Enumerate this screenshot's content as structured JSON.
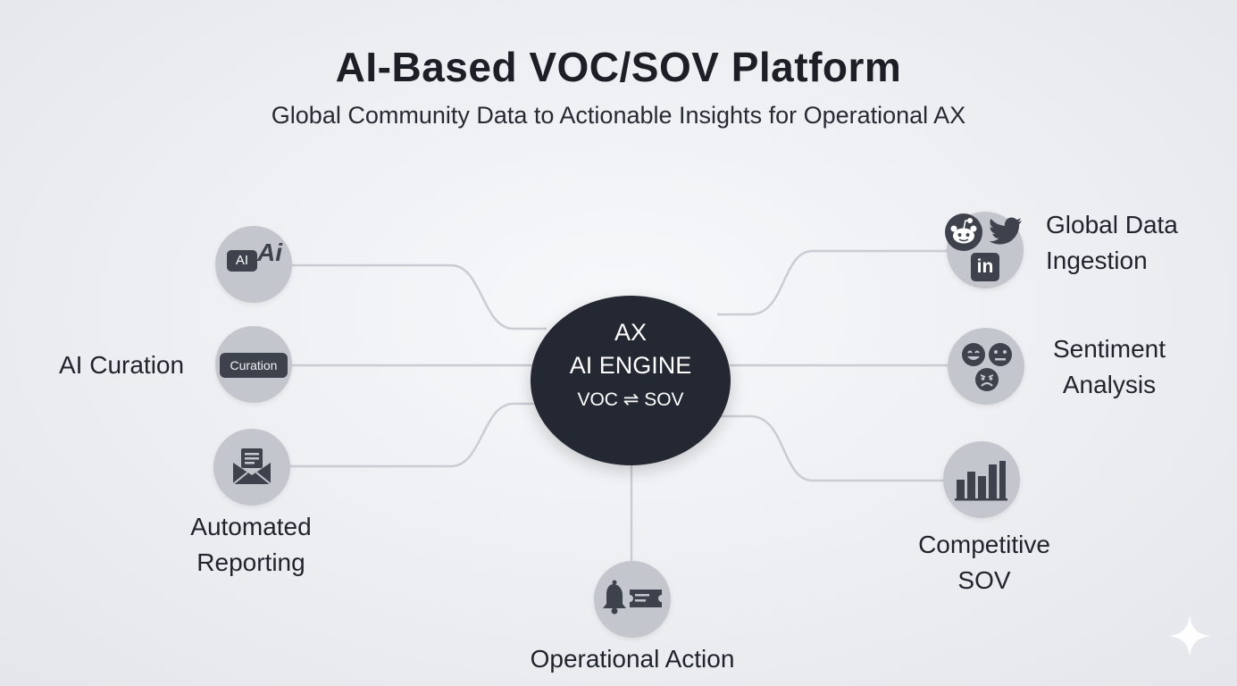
{
  "title": "AI-Based VOC/SOV Platform",
  "subtitle": "Global Community Data to Actionable Insights for Operational AX",
  "hub": {
    "line1": "AX",
    "line2": "AI ENGINE",
    "line3": "VOC ⇌ SOV"
  },
  "nodes": {
    "ai_chip": {
      "chip": "AI",
      "glyph": "Ai",
      "icon": "ai-badge-icon"
    },
    "curation": {
      "label": "AI Curation",
      "chip": "Curation",
      "icon": "curation-chip-icon"
    },
    "reporting": {
      "label_line1": "Automated",
      "label_line2": "Reporting",
      "icon": "envelope-report-icon"
    },
    "action": {
      "label": "Operational Action",
      "icon": "bell-ticket-icon"
    },
    "ingestion": {
      "label_line1": "Global Data",
      "label_line2": "Ingestion",
      "icons": [
        "reddit-icon",
        "twitter-icon",
        "linkedin-icon"
      ],
      "linkedin_text": "in"
    },
    "sentiment": {
      "label_line1": "Sentiment",
      "label_line2": "Analysis",
      "icon": "emoji-faces-icon"
    },
    "sov": {
      "label_line1": "Competitive",
      "label_line2": "SOV",
      "icon": "bar-chart-icon"
    }
  },
  "colors": {
    "hub": "#242833",
    "node": "#c3c6cc",
    "icon": "#3d424d",
    "link": "#c9ccd2"
  }
}
